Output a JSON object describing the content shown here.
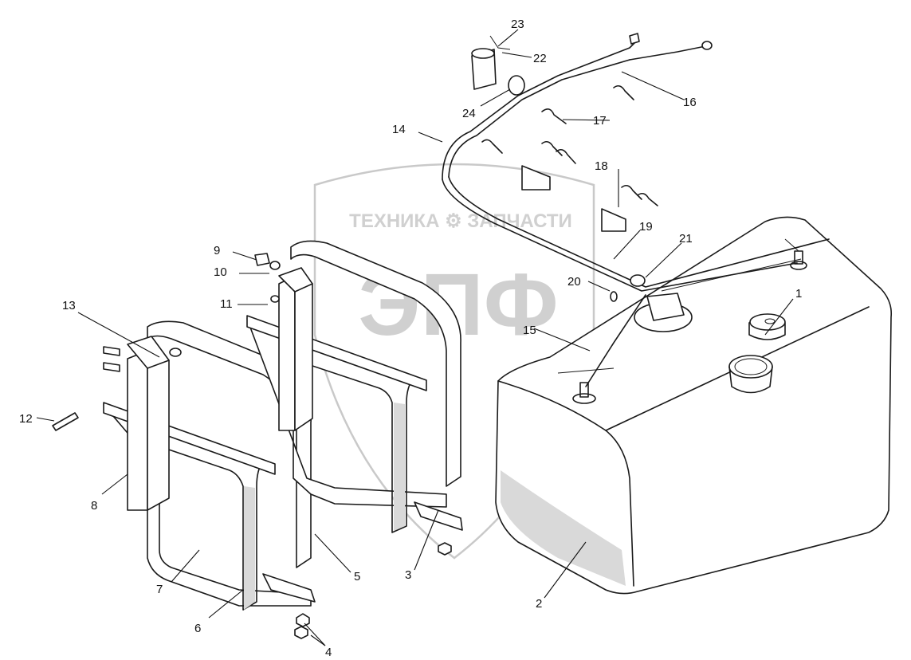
{
  "watermark": {
    "top_text": "ТЕХНИКА ⚙ ЗАПЧАСТИ",
    "logo_text": "ЭПФ"
  },
  "callouts": [
    "1",
    "2",
    "3",
    "4",
    "5",
    "6",
    "7",
    "8",
    "9",
    "10",
    "11",
    "12",
    "13",
    "14",
    "15",
    "16",
    "17",
    "18",
    "19",
    "20",
    "21",
    "22",
    "23",
    "24"
  ],
  "colors": {
    "line": "#1a1a1a",
    "watermark": "#d0d0d0",
    "background": "#ffffff"
  }
}
